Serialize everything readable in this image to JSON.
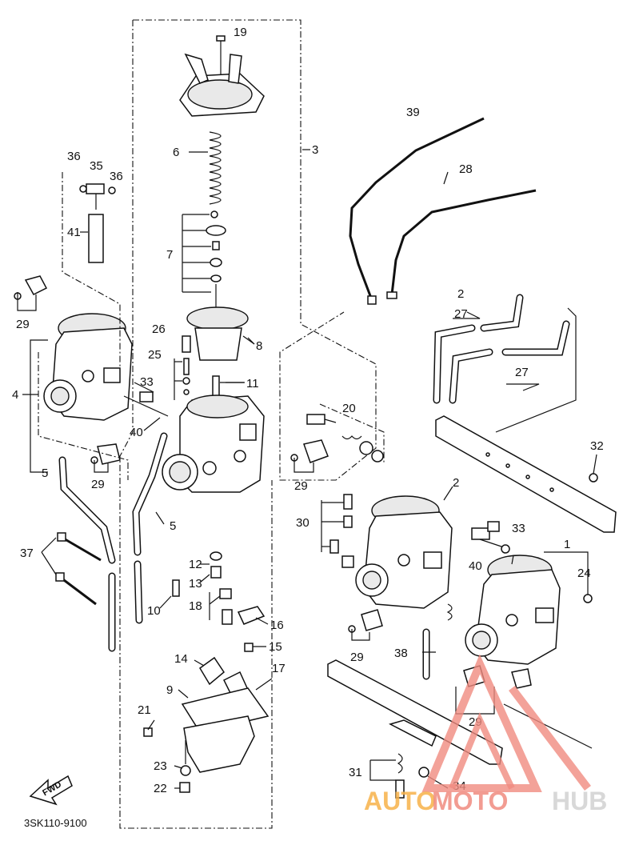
{
  "diagram": {
    "part_numbers": [
      "1",
      "2",
      "3",
      "4",
      "5",
      "6",
      "7",
      "8",
      "9",
      "10",
      "11",
      "12",
      "13",
      "14",
      "15",
      "16",
      "17",
      "18",
      "19",
      "20",
      "21",
      "22",
      "23",
      "24",
      "25",
      "26",
      "27",
      "28",
      "29",
      "30",
      "31",
      "32",
      "33",
      "34",
      "35",
      "36",
      "37",
      "38",
      "39",
      "40",
      "41"
    ],
    "callouts": {
      "c19": "19",
      "c3": "3",
      "c6": "6",
      "c7": "7",
      "c8": "8",
      "c11": "11",
      "c26": "26",
      "c25": "25",
      "c33a": "33",
      "c40a": "40",
      "c36a": "36",
      "c35": "35",
      "c36b": "36",
      "c41": "41",
      "c29a": "29",
      "c4": "4",
      "c5a": "5",
      "c29b": "29",
      "c37": "37",
      "c5b": "5",
      "c12": "12",
      "c13": "13",
      "c10": "10",
      "c18": "18",
      "c16": "16",
      "c15": "15",
      "c14": "14",
      "c9": "9",
      "c17": "17",
      "c21": "21",
      "c23": "23",
      "c22": "22",
      "c39": "39",
      "c28": "28",
      "c2a": "2",
      "c27a": "27",
      "c27b": "27",
      "c20": "20",
      "c29c": "29",
      "c32": "32",
      "c2b": "2",
      "c30": "30",
      "c33b": "33",
      "c40b": "40",
      "c1": "1",
      "c24": "24",
      "c29d": "29",
      "c38": "38",
      "c29e": "29",
      "c31": "31",
      "c34": "34"
    },
    "fwd_label": "FWD",
    "drawing_code": "3SK110-9100"
  },
  "watermark": {
    "part1": "AUTO",
    "part2": "MOTO",
    "part3": "HUB",
    "colors": {
      "auto": "#f7b24a",
      "moto": "#f08b80",
      "hub": "#d8d8d8",
      "logo": "#f08b80"
    }
  }
}
